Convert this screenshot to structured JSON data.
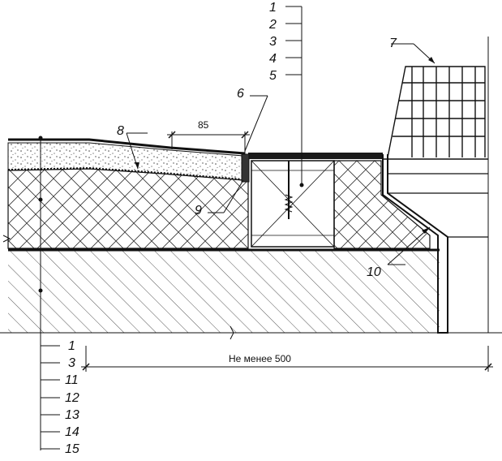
{
  "labels": {
    "top_leaders": [
      "1",
      "2",
      "3",
      "4",
      "5"
    ],
    "bottom_leaders": [
      "1",
      "3",
      "11",
      "12",
      "13",
      "14",
      "15"
    ],
    "item6": "6",
    "item7": "7",
    "item8": "8",
    "item9": "9",
    "item10": "10"
  },
  "dimensions": {
    "gap": "85",
    "min_width": "Не менее 500"
  },
  "colors": {
    "line": "#111111",
    "insulation_fill": "#ffffff",
    "membrane": "#1a1a1a"
  }
}
